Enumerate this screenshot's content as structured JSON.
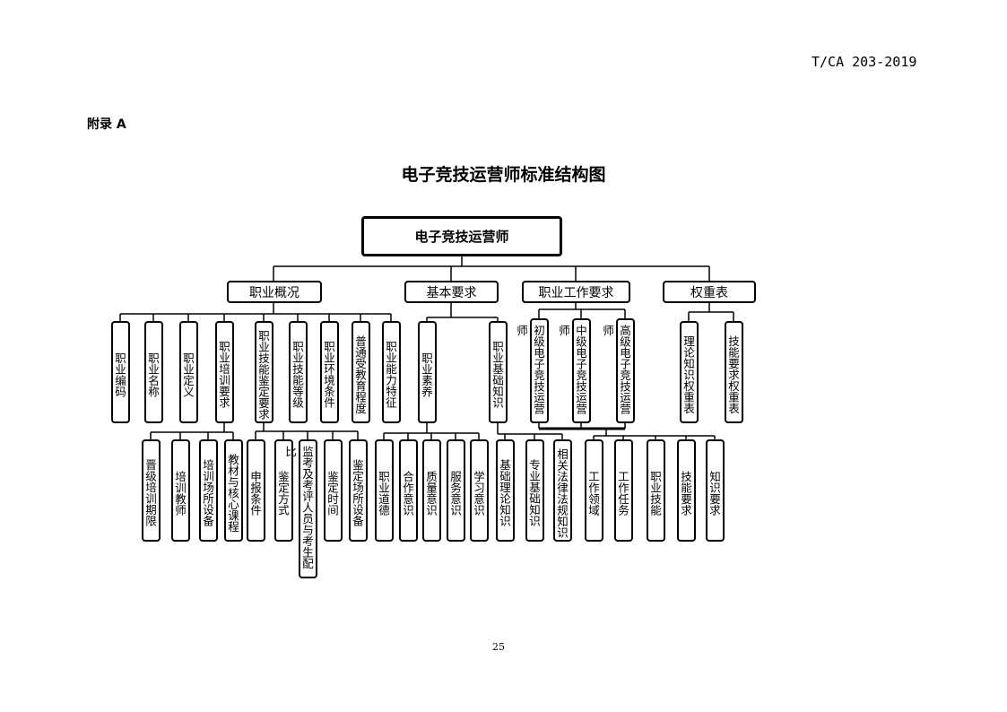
{
  "header": {
    "standard_no": "T/CA 203-2019"
  },
  "appendix_label": "附录 A",
  "title": "电子竞技运营师标准结构图",
  "root": "电子竞技运营师",
  "level1": [
    "职业概况",
    "基本要求",
    "职业工作要求",
    "权重表"
  ],
  "level2": {
    "overview": [
      "职业编码",
      "职业名称",
      "职业定义",
      "职业培训要求",
      "职业技能鉴定要求",
      "职业技能等级",
      "职业环境条件",
      "普通受教育程度",
      "职业能力特征"
    ],
    "basic": [
      "职业素养",
      "职业基础知识"
    ],
    "work": [
      "初级电子竞技运营师",
      "中级电子竞技运营师",
      "高级电子竞技运营师"
    ],
    "weights": [
      "理论知识权重表",
      "技能要求权重表"
    ]
  },
  "level3": {
    "training": [
      "晋级培训期限",
      "培训教师",
      "培训场所设备",
      "教材与核心课程"
    ],
    "appraisal": [
      "申报条件",
      "鉴定方式",
      "监考及考评人员与考生配比",
      "鉴定时间",
      "鉴定场所设备"
    ],
    "literacy": [
      "职业道德",
      "合作意识",
      "质量意识",
      "服务意识",
      "学习意识"
    ],
    "knowledge": [
      "基础理论知识",
      "专业基础知识",
      "相关法律法规知识"
    ],
    "work": [
      "工作领域",
      "工作任务",
      "职业技能",
      "技能要求",
      "知识要求"
    ]
  },
  "page_number": "25"
}
